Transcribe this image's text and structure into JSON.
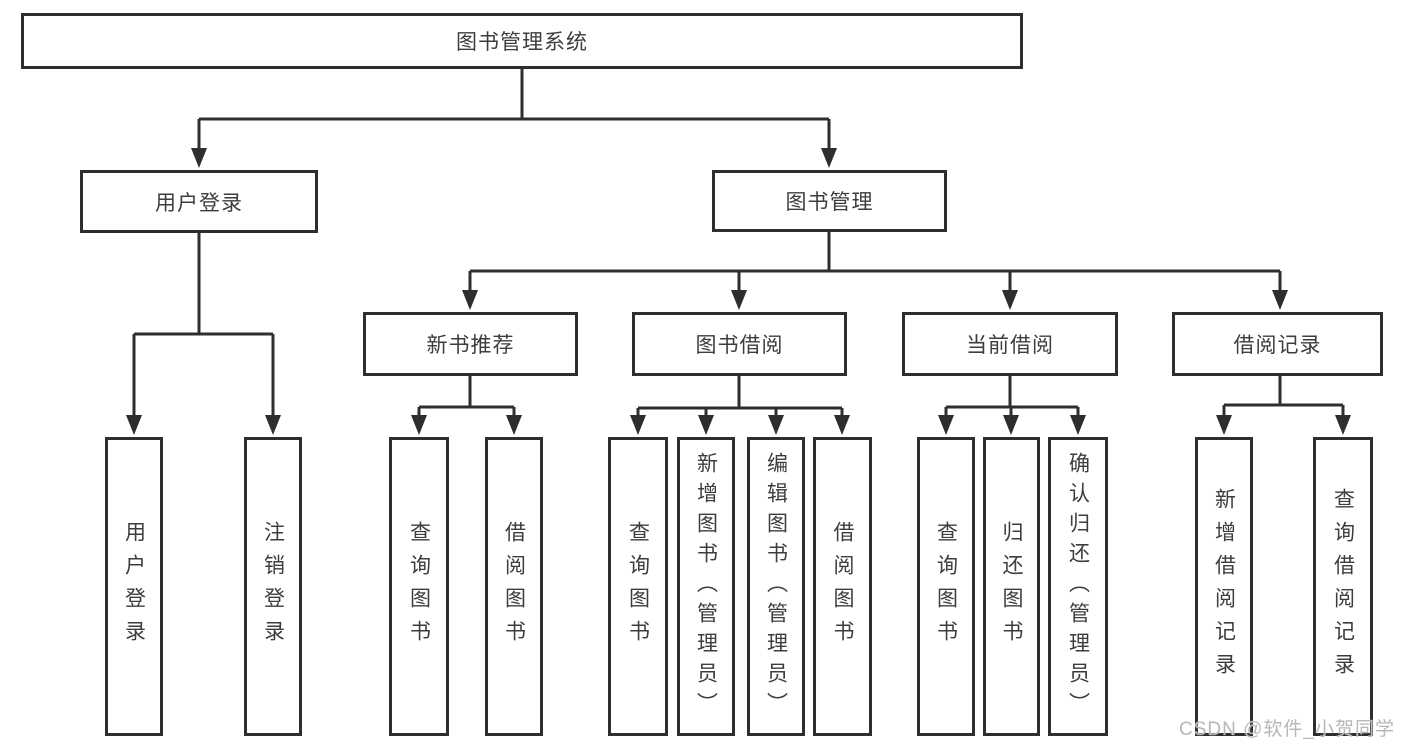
{
  "diagram_title": "图书管理系统",
  "nodes": {
    "root": {
      "label": "图书管理系统"
    },
    "level2": [
      {
        "label": "用户登录"
      },
      {
        "label": "图书管理"
      }
    ],
    "level3": [
      {
        "label": "新书推荐"
      },
      {
        "label": "图书借阅"
      },
      {
        "label": "当前借阅"
      },
      {
        "label": "借阅记录"
      }
    ],
    "leaves": [
      {
        "label": "用户登录",
        "parent": "用户登录"
      },
      {
        "label": "注销登录",
        "parent": "用户登录"
      },
      {
        "label": "查询图书",
        "parent": "新书推荐"
      },
      {
        "label": "借阅图书",
        "parent": "新书推荐"
      },
      {
        "label": "查询图书",
        "parent": "图书借阅"
      },
      {
        "label": "新增图书（管理员）",
        "parent": "图书借阅"
      },
      {
        "label": "编辑图书（管理员）",
        "parent": "图书借阅"
      },
      {
        "label": "借阅图书",
        "parent": "图书借阅"
      },
      {
        "label": "查询图书",
        "parent": "当前借阅"
      },
      {
        "label": "归还图书",
        "parent": "当前借阅"
      },
      {
        "label": "确认归还（管理员）",
        "parent": "当前借阅"
      },
      {
        "label": "新增借阅记录",
        "parent": "借阅记录"
      },
      {
        "label": "查询借阅记录",
        "parent": "借阅记录"
      }
    ]
  },
  "watermark": {
    "text": "CSDN @软件_小贺同学"
  },
  "colors": {
    "line": "#2e2e2e",
    "box_border": "#2e2e2e",
    "text": "#3d3d3d",
    "watermark": "#b7b7b7",
    "background": "#ffffff"
  }
}
